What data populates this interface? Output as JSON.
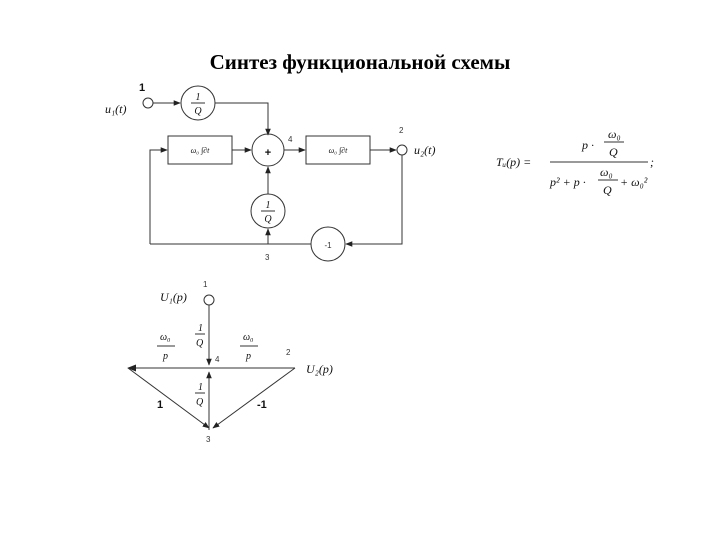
{
  "title": "Синтез функциональной схемы",
  "block_diagram": {
    "node_1": "1",
    "node_2": "2",
    "node_3": "3",
    "node_4": "4",
    "input_label": "u₁(t)",
    "output_label": "u₂(t)",
    "gain_num": "1",
    "gain_den": "Q",
    "integrator_left": "ω₀ ∫∂t",
    "integrator_right": "ω₀ ∫∂t",
    "summer": "+",
    "feedback_gain": "-1"
  },
  "transfer_function": {
    "lhs": "Tᵤ(p) =",
    "num_p": "p ·",
    "omega0": "ω₀",
    "Q": "Q",
    "den_p2": "p² + p ·",
    "den_tail": "+ ω₀²",
    "end": ";"
  },
  "signal_graph": {
    "node_1": "1",
    "node_2": "2",
    "node_3": "3",
    "node_4": "4",
    "input_label": "U₁(p)",
    "output_label": "U₂(p)",
    "omega0": "ω₀",
    "p": "p",
    "one": "1",
    "Q": "Q",
    "edge_left": "1",
    "edge_right": "-1"
  }
}
